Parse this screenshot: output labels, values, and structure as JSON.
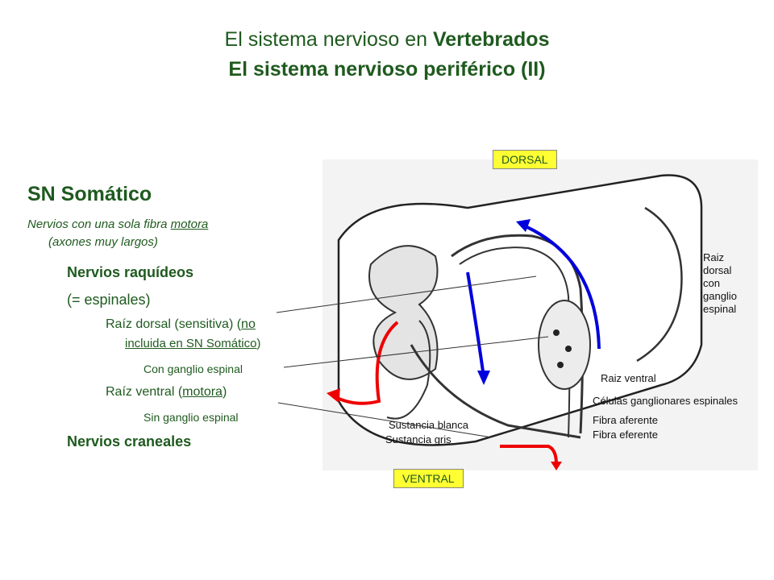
{
  "title": {
    "line1_prefix": "El sistema nervioso en ",
    "line1_bold": "Vertebrados",
    "line2": "El sistema nervioso periférico (II)"
  },
  "left_text": {
    "heading": "SN Somático",
    "motor_line1_prefix": "Nervios con una sola fibra ",
    "motor_line1_underlined": "motora",
    "motor_line2": "(axones muy largos)",
    "raquideos": "Nervios raquídeos",
    "espinales": "(= espinales)",
    "raiz_dorsal_prefix": "Raíz dorsal (sensitiva) (",
    "raiz_dorsal_underlined_1": "no",
    "raiz_dorsal_underlined_2": "incluida en SN Somático",
    "raiz_dorsal_suffix": ")",
    "con_ganglio": "Con ganglio espinal",
    "raiz_ventral_prefix": "Raíz ventral (",
    "raiz_ventral_underlined": "motora",
    "raiz_ventral_suffix": ")",
    "sin_ganglio": "Sin ganglio espinal",
    "craneales": "Nervios craneales"
  },
  "tags": {
    "dorsal": "DORSAL",
    "ventral": "VENTRAL"
  },
  "diagram_labels": {
    "raiz_dorsal_1": "Raiz",
    "raiz_dorsal_2": "dorsal",
    "raiz_dorsal_3": "con",
    "raiz_dorsal_4": "ganglio",
    "raiz_dorsal_5": "espinal",
    "raiz_ventral": "Raiz ventral",
    "celulas": "Células ganglionares espinales",
    "fibra_aferente": "Fibra aferente",
    "fibra_eferente": "Fibra eferente",
    "sustancia_blanca": "Sustancia blanca",
    "sustancia_gris": "Sustancia gris"
  },
  "colors": {
    "title": "#1f5a1f",
    "tag_bg": "#ffff33",
    "sensory_arrow": "#0000dd",
    "motor_arrow": "#ee0000"
  }
}
